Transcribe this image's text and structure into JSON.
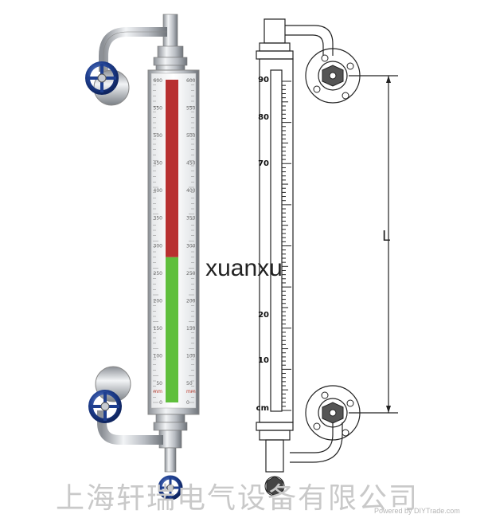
{
  "watermark": "xuanxu",
  "company_name": "上海轩瑞电气设备有限公司",
  "credit": "Powered by DIYTrade.com",
  "left_gauge": {
    "left_scale": [
      "600",
      "550",
      "500",
      "450",
      "400",
      "350",
      "300",
      "250",
      "200",
      "150",
      "100",
      "50",
      "mm",
      "0"
    ],
    "right_scale": [
      "600",
      "550",
      "500",
      "450",
      "400",
      "350",
      "300",
      "250",
      "200",
      "150",
      "100",
      "50",
      "mm",
      "0"
    ],
    "level_fraction": 0.45,
    "colors": {
      "high": "#b83030",
      "level": "#5fbf3c",
      "valve": "#1f3f8f",
      "steel": "#c8ccd2"
    }
  },
  "right_drawing": {
    "scale": [
      "90",
      "80",
      "70",
      "20",
      "10",
      "cm"
    ],
    "dimension_label": "L"
  }
}
